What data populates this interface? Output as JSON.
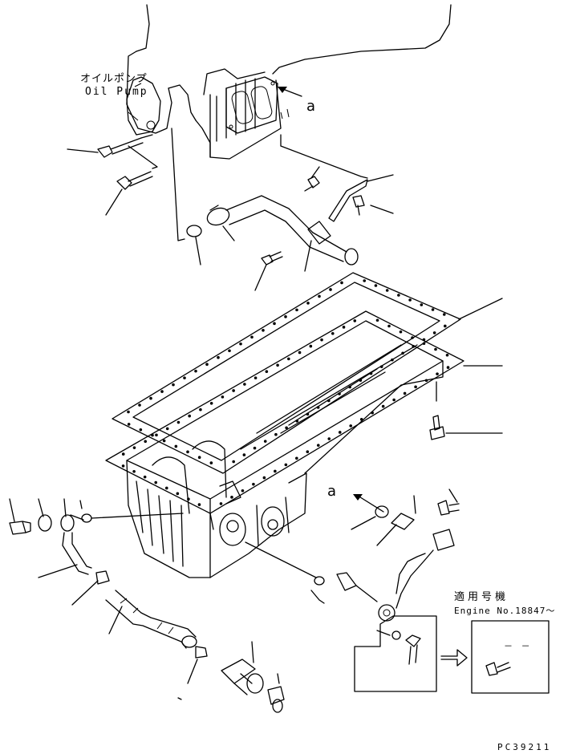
{
  "labels": {
    "oil_pump_jp": "オイルポンプ",
    "oil_pump_en": "Oil Pump",
    "ref_a_top": "a",
    "ref_a_mid": "a",
    "applicable_jp": "適用号機",
    "engine_no": "Engine No.18847～",
    "dash_mark": "－ －",
    "drawing_code": "PC39211"
  }
}
